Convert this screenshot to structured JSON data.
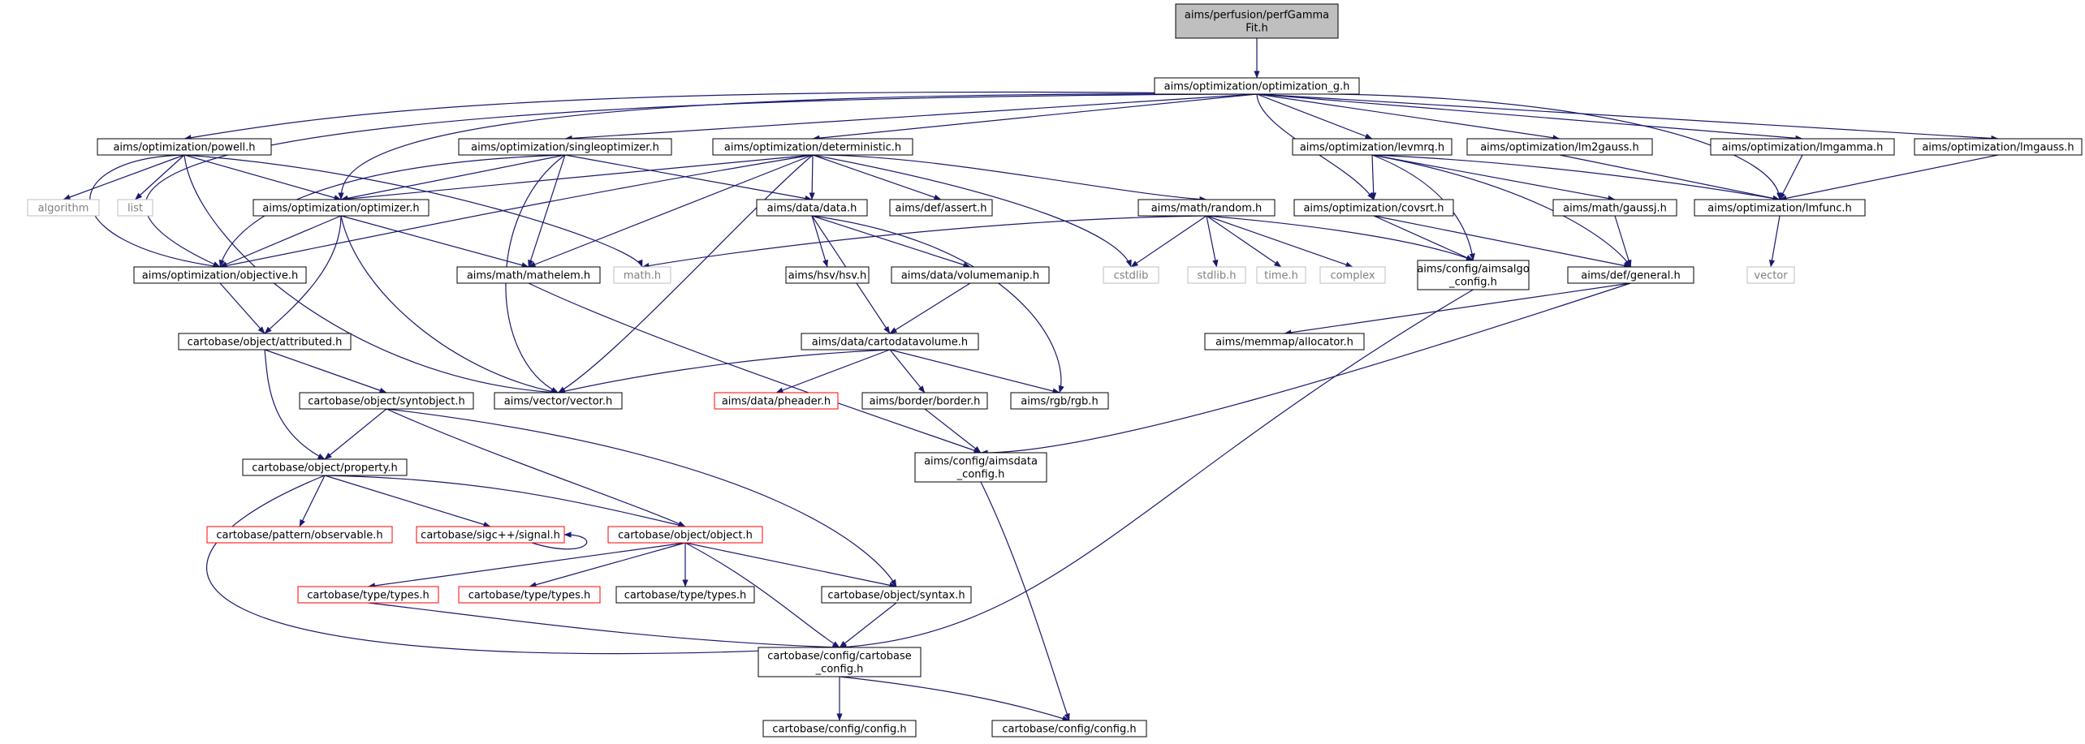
{
  "colors": {
    "edge": "#191970",
    "node_border": "#000000",
    "node_fill": "#ffffff",
    "root_fill": "#bfbfbf",
    "missing_border": "#bfbfbf",
    "missing_text": "#808080",
    "truncated_border": "#ff0000",
    "text": "#000000"
  },
  "nodes": [
    {
      "id": "root",
      "lines": [
        "aims/perfusion/perfGamma",
        "Fit.h"
      ],
      "style": "root"
    },
    {
      "id": "optg",
      "lines": [
        "aims/optimization/optimization_g.h"
      ],
      "style": "normal"
    },
    {
      "id": "powell",
      "lines": [
        "aims/optimization/powell.h"
      ],
      "style": "normal"
    },
    {
      "id": "single",
      "lines": [
        "aims/optimization/singleoptimizer.h"
      ],
      "style": "normal"
    },
    {
      "id": "determ",
      "lines": [
        "aims/optimization/deterministic.h"
      ],
      "style": "normal"
    },
    {
      "id": "levmrq",
      "lines": [
        "aims/optimization/levmrq.h"
      ],
      "style": "normal"
    },
    {
      "id": "lm2gauss",
      "lines": [
        "aims/optimization/lm2gauss.h"
      ],
      "style": "normal"
    },
    {
      "id": "lmgamma",
      "lines": [
        "aims/optimization/lmgamma.h"
      ],
      "style": "normal"
    },
    {
      "id": "lmgauss",
      "lines": [
        "aims/optimization/lmgauss.h"
      ],
      "style": "normal"
    },
    {
      "id": "algorithm",
      "lines": [
        "algorithm"
      ],
      "style": "missing"
    },
    {
      "id": "list",
      "lines": [
        "list"
      ],
      "style": "missing"
    },
    {
      "id": "optimizer",
      "lines": [
        "aims/optimization/optimizer.h"
      ],
      "style": "normal"
    },
    {
      "id": "datah",
      "lines": [
        "aims/data/data.h"
      ],
      "style": "normal"
    },
    {
      "id": "assert",
      "lines": [
        "aims/def/assert.h"
      ],
      "style": "normal"
    },
    {
      "id": "random",
      "lines": [
        "aims/math/random.h"
      ],
      "style": "normal"
    },
    {
      "id": "covsrt",
      "lines": [
        "aims/optimization/covsrt.h"
      ],
      "style": "normal"
    },
    {
      "id": "gaussj",
      "lines": [
        "aims/math/gaussj.h"
      ],
      "style": "normal"
    },
    {
      "id": "lmfunc",
      "lines": [
        "aims/optimization/lmfunc.h"
      ],
      "style": "normal"
    },
    {
      "id": "objective",
      "lines": [
        "aims/optimization/objective.h"
      ],
      "style": "normal"
    },
    {
      "id": "mathelem",
      "lines": [
        "aims/math/mathelem.h"
      ],
      "style": "normal"
    },
    {
      "id": "mathh",
      "lines": [
        "math.h"
      ],
      "style": "missing"
    },
    {
      "id": "hsv",
      "lines": [
        "aims/hsv/hsv.h"
      ],
      "style": "normal"
    },
    {
      "id": "volmanip",
      "lines": [
        "aims/data/volumemanip.h"
      ],
      "style": "normal"
    },
    {
      "id": "cstdlib",
      "lines": [
        "cstdlib"
      ],
      "style": "missing"
    },
    {
      "id": "stdlib",
      "lines": [
        "stdlib.h"
      ],
      "style": "missing"
    },
    {
      "id": "timeh",
      "lines": [
        "time.h"
      ],
      "style": "missing"
    },
    {
      "id": "complex",
      "lines": [
        "complex"
      ],
      "style": "missing"
    },
    {
      "id": "aimsalgo",
      "lines": [
        "aims/config/aimsalgo",
        "_config.h"
      ],
      "style": "normal"
    },
    {
      "id": "general",
      "lines": [
        "aims/def/general.h"
      ],
      "style": "normal"
    },
    {
      "id": "vector",
      "lines": [
        "vector"
      ],
      "style": "missing"
    },
    {
      "id": "attributed",
      "lines": [
        "cartobase/object/attributed.h"
      ],
      "style": "normal"
    },
    {
      "id": "cartodata",
      "lines": [
        "aims/data/cartodatavolume.h"
      ],
      "style": "normal"
    },
    {
      "id": "allocator",
      "lines": [
        "aims/memmap/allocator.h"
      ],
      "style": "normal"
    },
    {
      "id": "syntobject",
      "lines": [
        "cartobase/object/syntobject.h"
      ],
      "style": "normal"
    },
    {
      "id": "vectorh",
      "lines": [
        "aims/vector/vector.h"
      ],
      "style": "normal"
    },
    {
      "id": "pheader",
      "lines": [
        "aims/data/pheader.h"
      ],
      "style": "truncated"
    },
    {
      "id": "border",
      "lines": [
        "aims/border/border.h"
      ],
      "style": "normal"
    },
    {
      "id": "rgb",
      "lines": [
        "aims/rgb/rgb.h"
      ],
      "style": "normal"
    },
    {
      "id": "property",
      "lines": [
        "cartobase/object/property.h"
      ],
      "style": "normal"
    },
    {
      "id": "aimsdata",
      "lines": [
        "aims/config/aimsdata",
        "_config.h"
      ],
      "style": "normal"
    },
    {
      "id": "observable",
      "lines": [
        "cartobase/pattern/observable.h"
      ],
      "style": "truncated"
    },
    {
      "id": "signal",
      "lines": [
        "cartobase/sigc++/signal.h"
      ],
      "style": "truncated"
    },
    {
      "id": "object",
      "lines": [
        "cartobase/object/object.h"
      ],
      "style": "truncated"
    },
    {
      "id": "types1",
      "lines": [
        "cartobase/type/types.h"
      ],
      "style": "truncated"
    },
    {
      "id": "types2",
      "lines": [
        "cartobase/type/types.h"
      ],
      "style": "truncated"
    },
    {
      "id": "types3",
      "lines": [
        "cartobase/type/types.h"
      ],
      "style": "normal"
    },
    {
      "id": "syntax",
      "lines": [
        "cartobase/object/syntax.h"
      ],
      "style": "normal"
    },
    {
      "id": "cbconfig",
      "lines": [
        "cartobase/config/cartobase",
        "_config.h"
      ],
      "style": "normal"
    },
    {
      "id": "config1",
      "lines": [
        "cartobase/config/config.h"
      ],
      "style": "normal"
    },
    {
      "id": "config2",
      "lines": [
        "cartobase/config/config.h"
      ],
      "style": "normal"
    }
  ],
  "edges": [
    [
      "root",
      "optg"
    ],
    [
      "optg",
      "powell"
    ],
    [
      "optg",
      "single"
    ],
    [
      "optg",
      "determ"
    ],
    [
      "optg",
      "levmrq"
    ],
    [
      "optg",
      "lm2gauss"
    ],
    [
      "optg",
      "lmgamma"
    ],
    [
      "optg",
      "lmgauss"
    ],
    [
      "optg",
      "optimizer"
    ],
    [
      "optg",
      "objective"
    ],
    [
      "optg",
      "covsrt"
    ],
    [
      "optg",
      "lmfunc"
    ],
    [
      "powell",
      "algorithm"
    ],
    [
      "powell",
      "list"
    ],
    [
      "powell",
      "optimizer"
    ],
    [
      "powell",
      "objective"
    ],
    [
      "powell",
      "mathh"
    ],
    [
      "powell",
      "vectorh"
    ],
    [
      "single",
      "optimizer"
    ],
    [
      "single",
      "objective"
    ],
    [
      "single",
      "datah"
    ],
    [
      "single",
      "mathelem"
    ],
    [
      "single",
      "vectorh"
    ],
    [
      "determ",
      "optimizer"
    ],
    [
      "determ",
      "objective"
    ],
    [
      "determ",
      "datah"
    ],
    [
      "determ",
      "assert"
    ],
    [
      "determ",
      "random"
    ],
    [
      "determ",
      "mathelem"
    ],
    [
      "determ",
      "cstdlib"
    ],
    [
      "determ",
      "vectorh"
    ],
    [
      "optimizer",
      "objective"
    ],
    [
      "optimizer",
      "attributed"
    ],
    [
      "optimizer",
      "mathelem"
    ],
    [
      "optimizer",
      "vectorh"
    ],
    [
      "objective",
      "attributed"
    ],
    [
      "datah",
      "hsv"
    ],
    [
      "datah",
      "volmanip"
    ],
    [
      "datah",
      "cartodata"
    ],
    [
      "datah",
      "rgb"
    ],
    [
      "volmanip",
      "cartodata"
    ],
    [
      "random",
      "mathh"
    ],
    [
      "random",
      "cstdlib"
    ],
    [
      "random",
      "stdlib"
    ],
    [
      "random",
      "timeh"
    ],
    [
      "random",
      "complex"
    ],
    [
      "random",
      "aimsalgo"
    ],
    [
      "levmrq",
      "covsrt"
    ],
    [
      "levmrq",
      "aimsalgo"
    ],
    [
      "levmrq",
      "gaussj"
    ],
    [
      "levmrq",
      "general"
    ],
    [
      "levmrq",
      "lmfunc"
    ],
    [
      "lm2gauss",
      "lmfunc"
    ],
    [
      "lmgamma",
      "lmfunc"
    ],
    [
      "lmgauss",
      "lmfunc"
    ],
    [
      "covsrt",
      "aimsalgo"
    ],
    [
      "covsrt",
      "general"
    ],
    [
      "gaussj",
      "general"
    ],
    [
      "lmfunc",
      "vector"
    ],
    [
      "general",
      "allocator"
    ],
    [
      "general",
      "aimsdata"
    ],
    [
      "aimsalgo",
      "cbconfig"
    ],
    [
      "mathelem",
      "aimsdata"
    ],
    [
      "cartodata",
      "vectorh"
    ],
    [
      "cartodata",
      "pheader"
    ],
    [
      "cartodata",
      "border"
    ],
    [
      "cartodata",
      "rgb"
    ],
    [
      "border",
      "aimsdata"
    ],
    [
      "attributed",
      "syntobject"
    ],
    [
      "attributed",
      "property"
    ],
    [
      "syntobject",
      "property"
    ],
    [
      "syntobject",
      "object"
    ],
    [
      "syntobject",
      "syntax"
    ],
    [
      "property",
      "observable"
    ],
    [
      "property",
      "signal"
    ],
    [
      "property",
      "object"
    ],
    [
      "property",
      "cbconfig"
    ],
    [
      "signal",
      "signal"
    ],
    [
      "object",
      "types1"
    ],
    [
      "object",
      "types2"
    ],
    [
      "object",
      "types3"
    ],
    [
      "object",
      "syntax"
    ],
    [
      "object",
      "cbconfig"
    ],
    [
      "types1",
      "cbconfig"
    ],
    [
      "syntax",
      "cbconfig"
    ],
    [
      "aimsdata",
      "config2"
    ],
    [
      "cbconfig",
      "config1"
    ],
    [
      "cbconfig",
      "config2"
    ]
  ]
}
